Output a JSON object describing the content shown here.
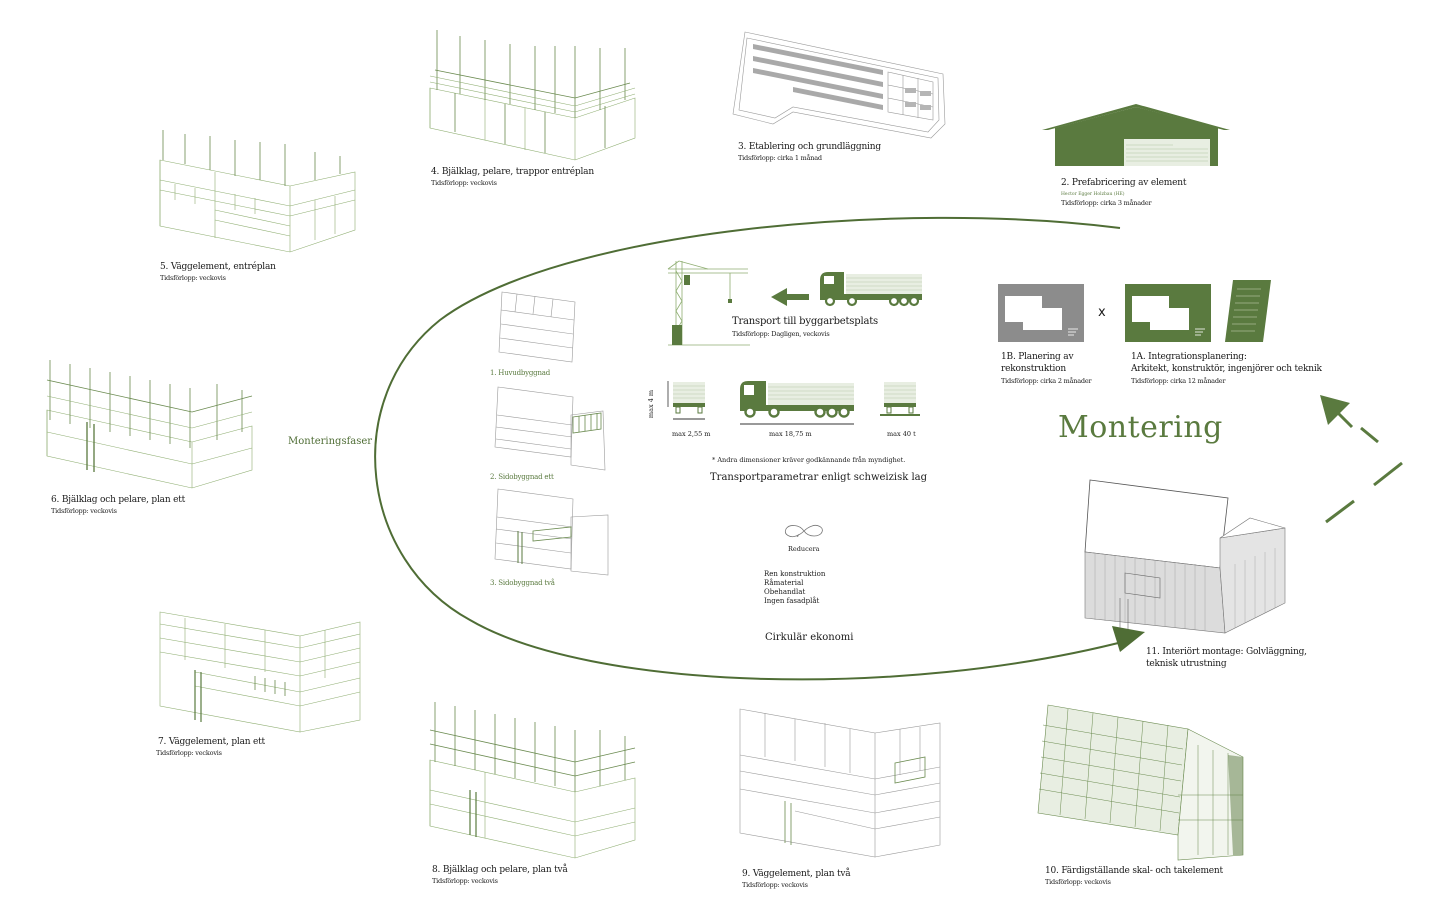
{
  "colors": {
    "accent_green": "#5a7a3f",
    "dark_green": "#4f6d35",
    "gray_panel": "#8c8c8c",
    "line_green": "#6a8a4f"
  },
  "title": "Montering",
  "monteringsfaser_label": "Monteringsfaser",
  "steps": [
    {
      "id": "1b",
      "title_line1": "1B. Planering av",
      "title_line2": "rekonstruktion",
      "duration": "Tidsförlopp: cirka 2 månader",
      "icon": "gray-plan-sheet-icon"
    },
    {
      "id": "1a",
      "title_line1": "1A. Integrationsplanering:",
      "title_line2": "Arkitekt, konstruktör, ingenjörer och teknik",
      "duration": "Tidsförlopp: cirka 12 månader",
      "icon": "green-plan-sheet-icon"
    },
    {
      "id": "2",
      "title": "2. Prefabricering av element",
      "credit": "Hector Egger Holzbau (HE)",
      "duration": "Tidsförlopp: cirka 3 månader",
      "icon": "factory-hall-icon"
    },
    {
      "id": "3",
      "title": "3. Etablering och grundläggning",
      "duration": "Tidsförlopp: cirka 1 månad",
      "icon": "foundation-icon"
    },
    {
      "id": "4",
      "title": "4. Bjälklag, pelare, trappor entréplan",
      "duration": "Tidsförlopp: veckovis",
      "icon": "building-frame-icon"
    },
    {
      "id": "5",
      "title": "5. Väggelement, entréplan",
      "duration": "Tidsförlopp: veckovis",
      "icon": "building-frame-icon"
    },
    {
      "id": "6",
      "title": "6. Bjälklag och pelare, plan ett",
      "duration": "Tidsförlopp: veckovis",
      "icon": "building-frame-icon"
    },
    {
      "id": "7",
      "title": "7. Väggelement, plan ett",
      "duration": "Tidsförlopp: veckovis",
      "icon": "building-frame-icon"
    },
    {
      "id": "8",
      "title": "8. Bjälklag och pelare, plan två",
      "duration": "Tidsförlopp: veckovis",
      "icon": "building-frame-icon"
    },
    {
      "id": "9",
      "title": "9. Väggelement, plan två",
      "duration": "Tidsförlopp: veckovis",
      "icon": "building-frame-icon"
    },
    {
      "id": "10",
      "title": "10. Färdigställande skal- och takelement",
      "duration": "Tidsförlopp: veckovis",
      "icon": "building-facade-icon"
    },
    {
      "id": "11",
      "title_line1": "11. Interiört montage: Golvläggning,",
      "title_line2": "teknisk utrustning",
      "icon": "finished-building-icon"
    }
  ],
  "plan_separator": "x",
  "buildings": [
    {
      "label": "1. Huvudbyggnad"
    },
    {
      "label": "2. Sidobyggnad ett"
    },
    {
      "label": "3. Sidobyggnad två"
    }
  ],
  "transport": {
    "title": "Transport till byggarbetsplats",
    "duration": "Tidsförlopp: Dagligen, veckovis",
    "params_title": "Transportparametrar enligt schweizisk lag",
    "note": "* Andra dimensioner kräver godkännande från myndighet.",
    "height": "max 4 m",
    "width": "max 2,55 m",
    "length": "max 18,75 m",
    "weight": "max 40 t"
  },
  "circular": {
    "icon_label": "Reducera",
    "items": [
      "Ren konstruktion",
      "Råmaterial",
      "Obehandlat",
      "Ingen fasadplåt"
    ],
    "title": "Cirkulär ekonomi"
  }
}
